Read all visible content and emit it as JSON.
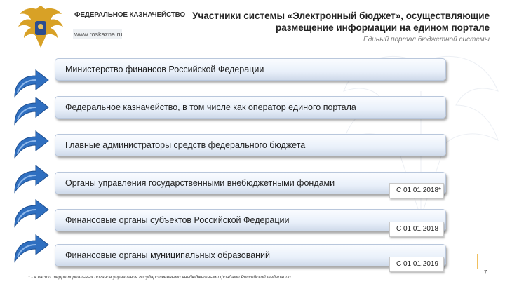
{
  "header": {
    "brand": "ФЕДЕРАЛЬНОЕ КАЗНАЧЕЙСТВО",
    "brand_url": "www.roskazna.ru",
    "title": "Участники системы «Электронный бюджет», осуществляющие размещение информации на едином портале",
    "subtitle": "Единый портал бюджетной системы"
  },
  "rows": [
    {
      "label": "Министерство финансов Российской Федерации",
      "date": ""
    },
    {
      "label": "Федеральное казначейство, в том числе как оператор единого портала",
      "date": ""
    },
    {
      "label": "Главные администраторы средств федерального бюджета",
      "date": ""
    },
    {
      "label": "Органы управления государственными внебюджетными фондами",
      "date": "С 01.01.2018*"
    },
    {
      "label": "Финансовые органы субъектов Российской Федерации",
      "date": "С 01.01.2018"
    },
    {
      "label": "Финансовые органы муниципальных образований",
      "date": "С 01.01.2019"
    }
  ],
  "footnote": "* - в части территориальных органов управления государственными внебюджетными фондами Российской Федерации",
  "page_number": "7",
  "colors": {
    "arrow": "#2f6fc0",
    "row_border": "#b9c7dc",
    "title": "#222222"
  }
}
